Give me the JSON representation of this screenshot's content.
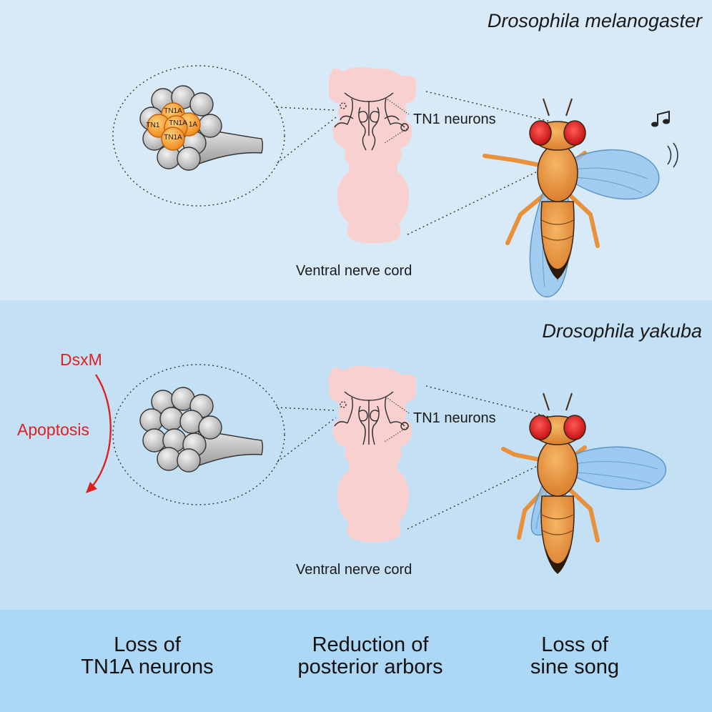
{
  "panels": {
    "top": {
      "species": "Drosophila melanogaster",
      "neuron_label": "TN1 neurons",
      "vnc_label": "Ventral nerve cord",
      "cluster_labels": [
        "TN1A",
        "TN1",
        "TN1A",
        "1A",
        "TN1A"
      ]
    },
    "middle": {
      "species": "Drosophila yakuba",
      "neuron_label": "TN1 neurons",
      "vnc_label": "Ventral nerve cord",
      "dsxm_label": "DsxM",
      "apoptosis_label": "Apoptosis"
    }
  },
  "summary": {
    "col1": [
      "Loss of",
      "TN1A neurons"
    ],
    "col2": [
      "Reduction of",
      "posterior arbors"
    ],
    "col3": [
      "Loss of",
      "sine song"
    ]
  },
  "colors": {
    "panel_top": "#d8eaf7",
    "panel_middle": "#c4e0f5",
    "panel_bottom": "#acd7f5",
    "vnc_pink": "#f9d0d0",
    "accent_red": "#e02020",
    "neuron_orange": "#f39c34",
    "fly_body": "#e8913a"
  },
  "icons": [
    "music-note-icon",
    "sound-wave-icon"
  ]
}
